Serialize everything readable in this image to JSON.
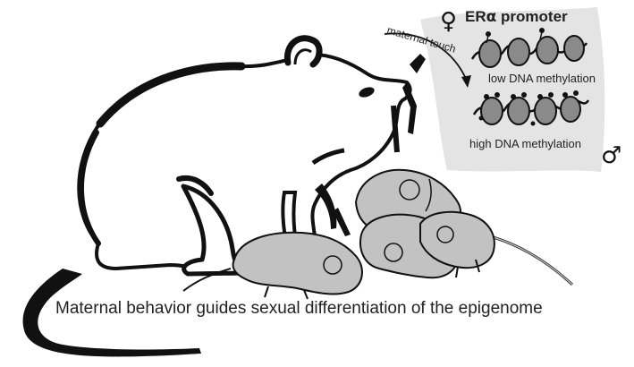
{
  "inset": {
    "title_prefix": "ER",
    "title_greek": "α",
    "title_suffix": " promoter",
    "low_label": "low DNA methylation",
    "high_label": "high DNA methylation",
    "female_symbol": "♀",
    "male_symbol": "♂",
    "arrow_label": "maternal touch"
  },
  "caption": "Maternal behavior guides sexual differentiation of the epigenome",
  "colors": {
    "inset_bg": "#e4e4e4",
    "pup_fill": "#c2c2c2",
    "ink": "#111111",
    "nucleosome": "#8a8a8a"
  },
  "icons": [
    "female-symbol-icon",
    "male-symbol-icon"
  ]
}
